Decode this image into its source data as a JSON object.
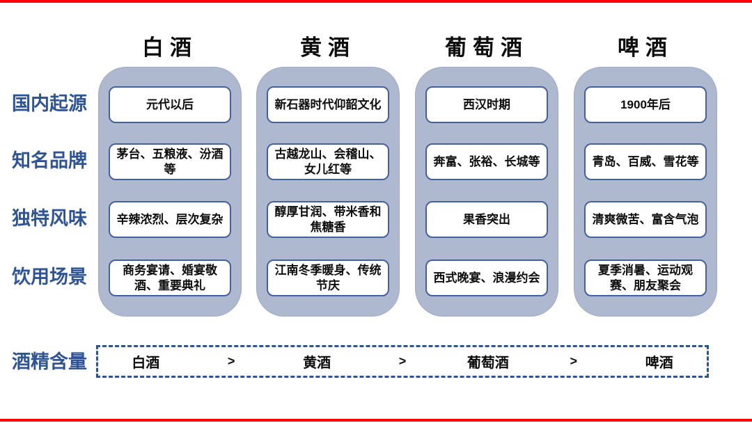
{
  "colors": {
    "accent_red": "#ff0000",
    "label_blue": "#2f5496",
    "pill_background": "#aeb9cf",
    "cell_border_blue": "#44609f",
    "dashed_border_blue": "#2f5496",
    "text_black": "#0d0d0d"
  },
  "row_labels": [
    "国内起源",
    "知名品牌",
    "独特风味",
    "饮用场景"
  ],
  "columns": [
    {
      "header": "白酒",
      "origin": "元代以后",
      "brands": "茅台、五粮液、汾酒等",
      "flavor": "辛辣浓烈、层次复杂",
      "scene": "商务宴请、婚宴敬酒、重要典礼"
    },
    {
      "header": "黄酒",
      "origin": "新石器时代仰韶文化",
      "brands": "古越龙山、会稽山、女儿红等",
      "flavor": "醇厚甘润、带米香和焦糖香",
      "scene": "江南冬季暖身、传统节庆"
    },
    {
      "header": "葡萄酒",
      "origin": "西汉时期",
      "brands": "奔富、张裕、长城等",
      "flavor": "果香突出",
      "scene": "西式晚宴、浪漫约会"
    },
    {
      "header": "啤酒",
      "origin": "1900年后",
      "brands": "青岛、百威、雪花等",
      "flavor": "清爽微苦、富含气泡",
      "scene": "夏季消暑、运动观赛、朋友聚会"
    }
  ],
  "alcohol": {
    "label": "酒精含量",
    "sequence": [
      "白酒",
      ">",
      "黄酒",
      ">",
      "葡萄酒",
      ">",
      "啤酒"
    ]
  }
}
